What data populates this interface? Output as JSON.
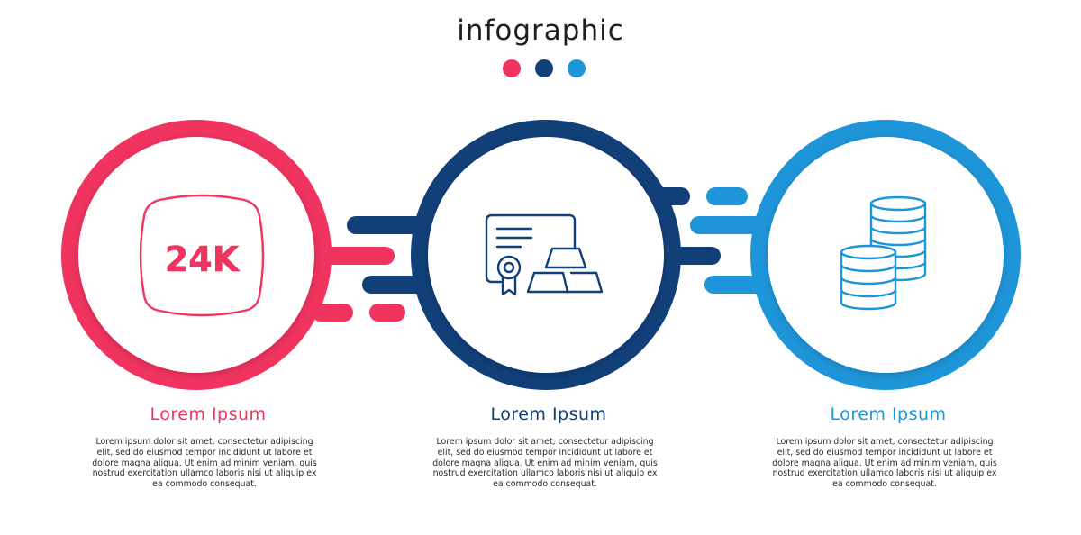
{
  "title": "infographic",
  "colors": {
    "pink": "#F0335F",
    "navy": "#113F78",
    "blue": "#1E95D8"
  },
  "steps": [
    {
      "heading": "Lorem Ipsum",
      "icon": "24k-gold-badge-icon",
      "icon_text": "24K",
      "text": "Lorem ipsum dolor sit amet, consectetur adipiscing elit, sed do eiusmod tempor incididunt ut labore et dolore magna aliqua. Ut enim ad minim veniam, quis nostrud exercitation ullamco laboris nisi ut aliquip ex ea commodo consequat."
    },
    {
      "heading": "Lorem Ipsum",
      "icon": "certificate-gold-bars-icon",
      "text": "Lorem ipsum dolor sit amet, consectetur adipiscing elit, sed do eiusmod tempor incididunt ut labore et dolore magna aliqua. Ut enim ad minim veniam, quis nostrud exercitation ullamco laboris nisi ut aliquip ex ea commodo consequat."
    },
    {
      "heading": "Lorem Ipsum",
      "icon": "coin-stacks-icon",
      "text": "Lorem ipsum dolor sit amet, consectetur adipiscing elit, sed do eiusmod tempor incididunt ut labore et dolore magna aliqua. Ut enim ad minim veniam, quis nostrud exercitation ullamco laboris nisi ut aliquip ex ea commodo consequat."
    }
  ]
}
